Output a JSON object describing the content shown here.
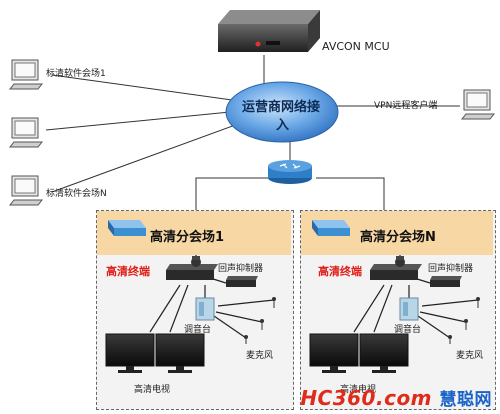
{
  "mcu": {
    "label": "AVCON MCU"
  },
  "network": {
    "label_line1": "运营商网络接",
    "label_line2": "入"
  },
  "vpn": {
    "label": "VPN远程客户端"
  },
  "sd_sites": {
    "site1": "标清软件会场1",
    "siteN": "标清软件会场N"
  },
  "hd_sites": [
    {
      "title": "高清分会场1",
      "terminal": "高清终端",
      "echo": "回声抑制器",
      "mixer": "调音台",
      "mic": "麦克风",
      "tv": "高清电视"
    },
    {
      "title": "高清分会场N",
      "terminal": "高清终端",
      "echo": "回声抑制器",
      "mixer": "调音台",
      "mic": "麦克风",
      "tv": "高清电视"
    }
  ],
  "watermark": {
    "brand": "HC360",
    "suffix": ".com",
    "cn": "慧聪网"
  },
  "colors": {
    "cloud": "#4a8ed6",
    "header": "#f7d7a4",
    "switch": "#3c8fd0",
    "router": "#2f7fc8",
    "red_text": "#e0201a"
  }
}
